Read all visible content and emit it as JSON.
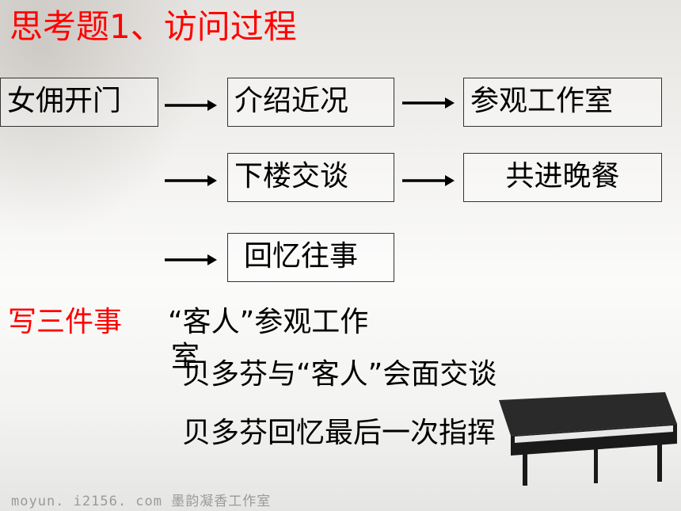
{
  "title": "思考题1、访问过程",
  "flow": {
    "boxes": [
      "女佣开门",
      "介绍近况",
      "参观工作室",
      "下楼交谈",
      "共进晚餐",
      "回忆往事"
    ]
  },
  "events": {
    "label": "写三件事",
    "items": [
      "“客人”参观工作",
      "室",
      "贝多芬与“客人”会面交谈",
      "贝多芬回忆最后一次指挥"
    ]
  },
  "footer": "moyun. i2156. com 墨韵凝香工作室"
}
